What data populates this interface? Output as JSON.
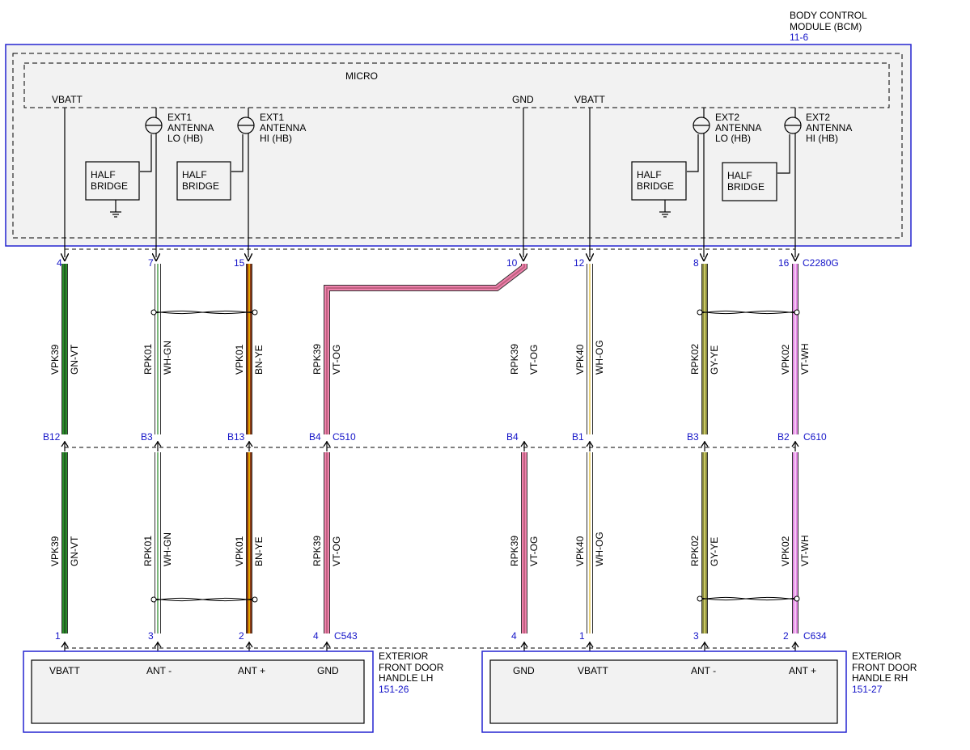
{
  "bcm": {
    "title_line1": "BODY CONTROL",
    "title_line2": "MODULE (BCM)",
    "ref": "11-6",
    "micro_label": "MICRO",
    "vbatt_left": "VBATT",
    "gnd": "GND",
    "vbatt_right": "VBATT",
    "half_bridge_line1": "HALF",
    "half_bridge_line2": "BRIDGE",
    "antennas": [
      {
        "l1": "EXT1",
        "l2": "ANTENNA",
        "l3": "LO (HB)"
      },
      {
        "l1": "EXT1",
        "l2": "ANTENNA",
        "l3": "HI (HB)"
      },
      {
        "l1": "EXT2",
        "l2": "ANTENNA",
        "l3": "LO (HB)"
      },
      {
        "l1": "EXT2",
        "l2": "ANTENNA",
        "l3": "HI (HB)"
      }
    ]
  },
  "connectors": {
    "bcm_connector": "C2280G",
    "inline_left": "C510",
    "inline_right": "C610",
    "handle_left": "C543",
    "handle_right": "C634"
  },
  "wires": [
    {
      "pin_top": "4",
      "inline_pin": "B12",
      "pin_bottom": "1",
      "circuit": "VPK39",
      "color_code": "GN-VT",
      "base": "#2a8a2a",
      "stripe": "#1f5c1f"
    },
    {
      "pin_top": "7",
      "inline_pin": "B3",
      "pin_bottom": "3",
      "circuit": "RPK01",
      "color_code": "WH-GN",
      "base": "#ffffff",
      "stripe": "#7cb87c"
    },
    {
      "pin_top": "15",
      "inline_pin": "B13",
      "pin_bottom": "2",
      "circuit": "VPK01",
      "color_code": "BN-YE",
      "base": "#8b3a12",
      "stripe": "#e6a800"
    },
    {
      "pin_top": "10",
      "inline_pin": "B4",
      "pin_bottom": "4",
      "circuit": "RPK39",
      "color_code": "VT-OG",
      "base": "#ee82ac",
      "stripe": "#c06080"
    },
    {
      "pin_top": "12",
      "inline_pin": "B1",
      "pin_bottom": "1",
      "circuit": "VPK40",
      "color_code": "WH-OG",
      "base": "#ffffff",
      "stripe": "#e8d27a"
    },
    {
      "pin_top": "8",
      "inline_pin": "B3",
      "pin_bottom": "3",
      "circuit": "RPK02",
      "color_code": "GY-YE",
      "base": "#8a8a40",
      "stripe": "#c8c860"
    },
    {
      "pin_top": "16",
      "inline_pin": "B2",
      "pin_bottom": "2",
      "circuit": "VPK02",
      "color_code": "VT-WH",
      "base": "#e48ae4",
      "stripe": "#f4c8f4"
    }
  ],
  "pins_top_left_order": [
    "4",
    "7",
    "15"
  ],
  "handle_lh": {
    "title_line1": "EXTERIOR",
    "title_line2": "FRONT DOOR",
    "title_line3": "HANDLE LH",
    "ref": "151-26",
    "pins": [
      "VBATT",
      "ANT -",
      "ANT +",
      "GND"
    ]
  },
  "handle_rh": {
    "title_line1": "EXTERIOR",
    "title_line2": "FRONT DOOR",
    "title_line3": "HANDLE RH",
    "ref": "151-27",
    "pins": [
      "GND",
      "VBATT",
      "ANT -",
      "ANT +"
    ]
  },
  "colors": {
    "module_border": "#2424d0",
    "pin_text": "#1414c8"
  }
}
